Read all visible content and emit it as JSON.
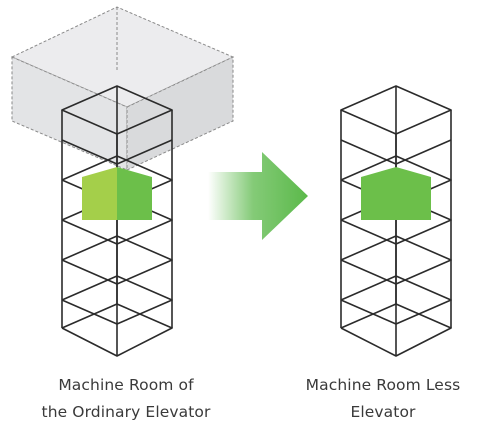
{
  "diagram": {
    "left_caption": {
      "line1": "Machine Room of",
      "line2": "the Ordinary Elevator"
    },
    "right_caption": {
      "line1": "Machine Room Less",
      "line2": "Elevator"
    }
  },
  "colors": {
    "outline": "#2b2b2b",
    "machine_room_fill": "#e6e7e9",
    "machine_room_dash": "#8a8a8a",
    "cabin_light": "#a4cf4a",
    "cabin_dark": "#6cbf4a",
    "arrow": "#5bb94a",
    "caption_text": "#3a3a3a"
  }
}
